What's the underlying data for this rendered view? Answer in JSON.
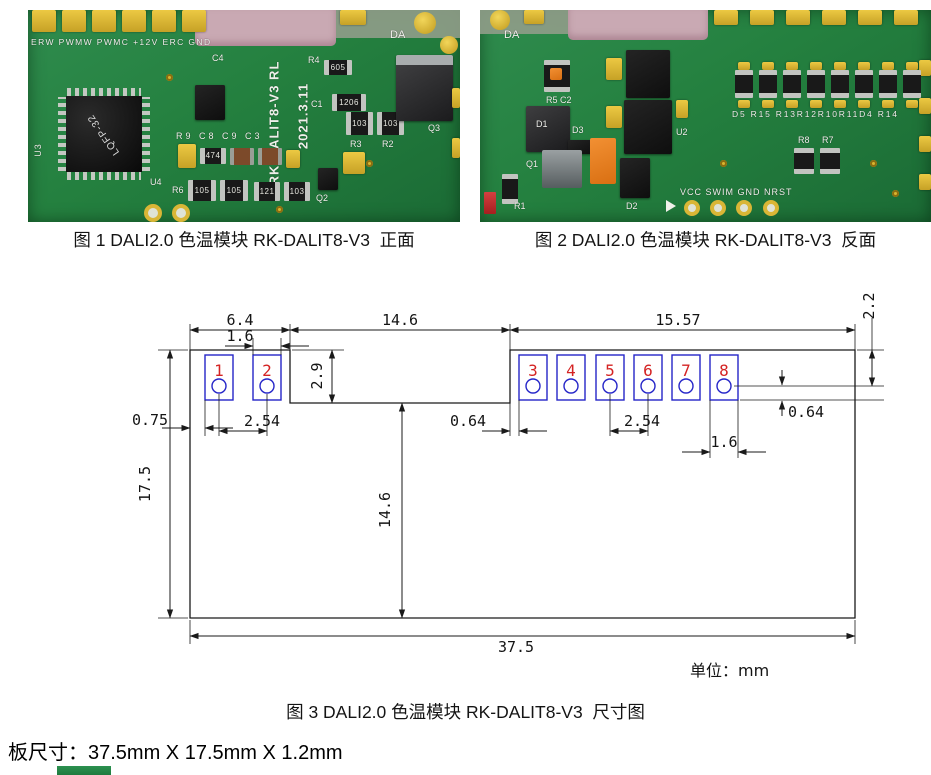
{
  "figure1": {
    "caption": "图 1 DALI2.0 色温模块 RK-DALIT8-V3  正面",
    "board": {
      "silk_top": "ERW PWMW PWMC +12V ERC GND",
      "da": "DA",
      "chip": "LQFP-32",
      "u3": "U3",
      "u4": "U4",
      "model": "RK-DALIT8-V3 RL",
      "date": "2021.3.11",
      "c4": "C4",
      "r4": "R4",
      "c1": "C1",
      "r3": "R3",
      "r2": "R2",
      "q3": "Q3",
      "mid_row": "R9 C8 C9 C3",
      "r6": "R6",
      "q2": "Q2",
      "mark_605": "605",
      "mark_1206": "1206",
      "mark_103": "103",
      "mark_105": "105",
      "mark_121": "121",
      "mark_474": "474"
    }
  },
  "figure2": {
    "caption": "图 2 DALI2.0 色温模块 RK-DALIT8-V3  反面",
    "board": {
      "da": "DA",
      "r5c2": "R5 C2",
      "d1": "D1",
      "d3": "D3",
      "u2": "U2",
      "q1": "Q1",
      "r1": "R1",
      "d2": "D2",
      "res_row": "D5 R15 R13R12R10R11D4 R14",
      "r8": "R8",
      "r7": "R7",
      "bottom_silk": "VCC SWIM GND NRST"
    }
  },
  "figure3": {
    "caption": "图 3 DALI2.0 色温模块 RK-DALIT8-V3  尺寸图",
    "unit": "单位：mm",
    "pad_numbers": [
      "1",
      "2",
      "3",
      "4",
      "5",
      "6",
      "7",
      "8"
    ],
    "dims": {
      "top_left_width": "6.4",
      "notch_width": "14.6",
      "top_right_width": "15.57",
      "pad_height": "2.2",
      "pad_width_left": "1.6",
      "notch_depth": "2.9",
      "edge_to_pad": "0.75",
      "pitch_left": "2.54",
      "notch_to_pad": "0.64",
      "pitch_right": "2.54",
      "hole_to_edge": "0.64",
      "pad_width_right": "1.6",
      "board_height": "17.5",
      "mid_height": "14.6",
      "board_width": "37.5"
    }
  },
  "footer": {
    "board_size": "板尺寸：37.5mm X 17.5mm X 1.2mm"
  }
}
